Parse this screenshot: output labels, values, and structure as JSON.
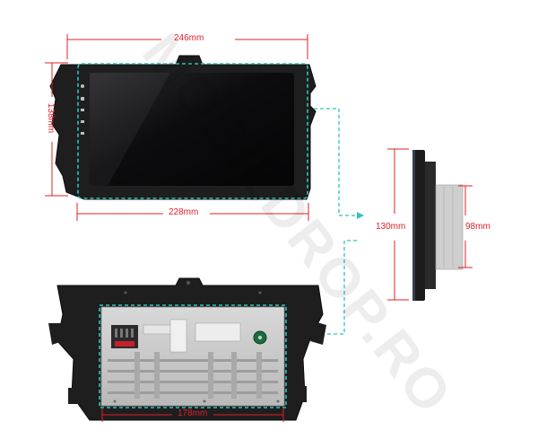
{
  "dimensions": {
    "front_width": "246mm",
    "front_height": "138mm",
    "screen_width": "228mm",
    "side_height": "130mm",
    "side_depth_height": "98mm",
    "rear_chassis_width": "178mm"
  },
  "watermark": "MOBILDROP.RO",
  "colors": {
    "dimension_line": "#e0202a",
    "outline_dashed": "#2ec4c0",
    "frame": "#1c1c1c",
    "screen": "#0a0a0a"
  },
  "icons": [
    "home-icon",
    "back-icon",
    "power-icon",
    "volume-up-icon",
    "volume-down-icon"
  ]
}
